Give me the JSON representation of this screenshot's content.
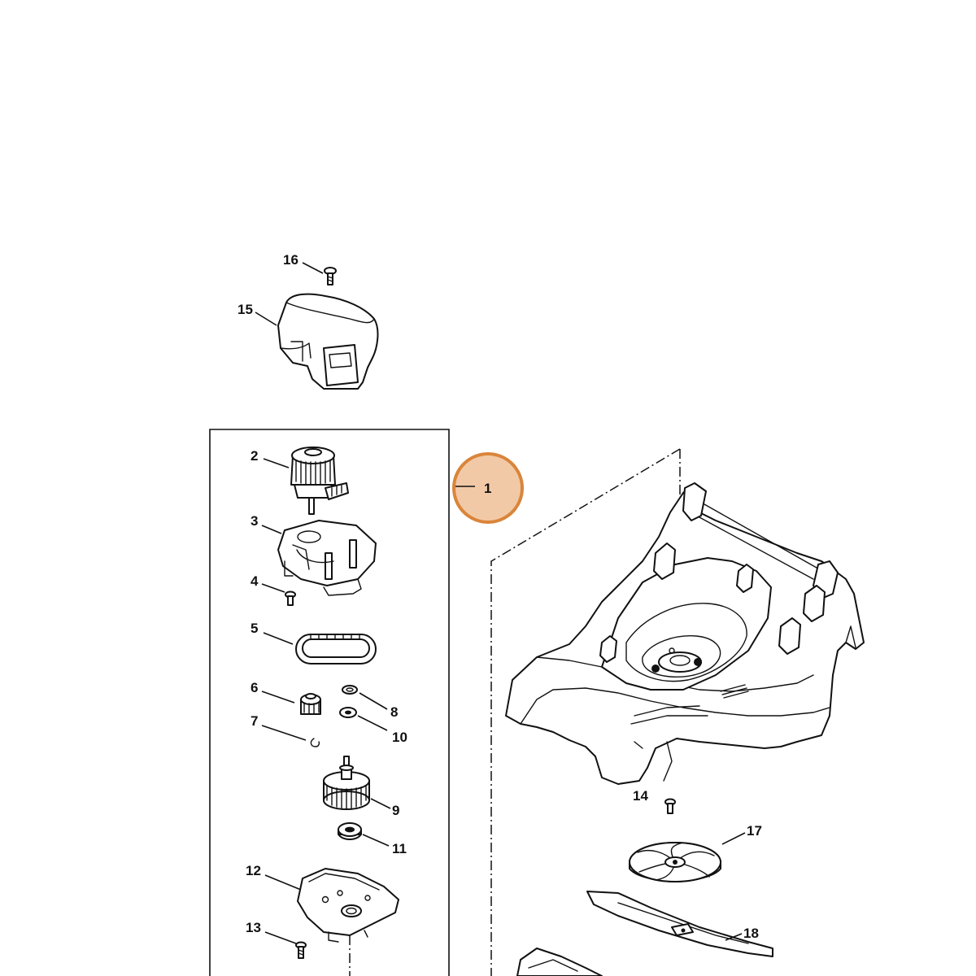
{
  "diagram": {
    "labels": {
      "p1": "1",
      "p2": "2",
      "p3": "3",
      "p4": "4",
      "p5": "5",
      "p6": "6",
      "p7": "7",
      "p8": "8",
      "p9": "9",
      "p10": "10",
      "p11": "11",
      "p12": "12",
      "p13": "13",
      "p14": "14",
      "p15": "15",
      "p16": "16",
      "p17": "17",
      "p18": "18"
    },
    "colors": {
      "highlight_fill": "#f2c9a6",
      "highlight_ring": "#d9853b",
      "line": "#111111",
      "background": "#ffffff"
    }
  }
}
